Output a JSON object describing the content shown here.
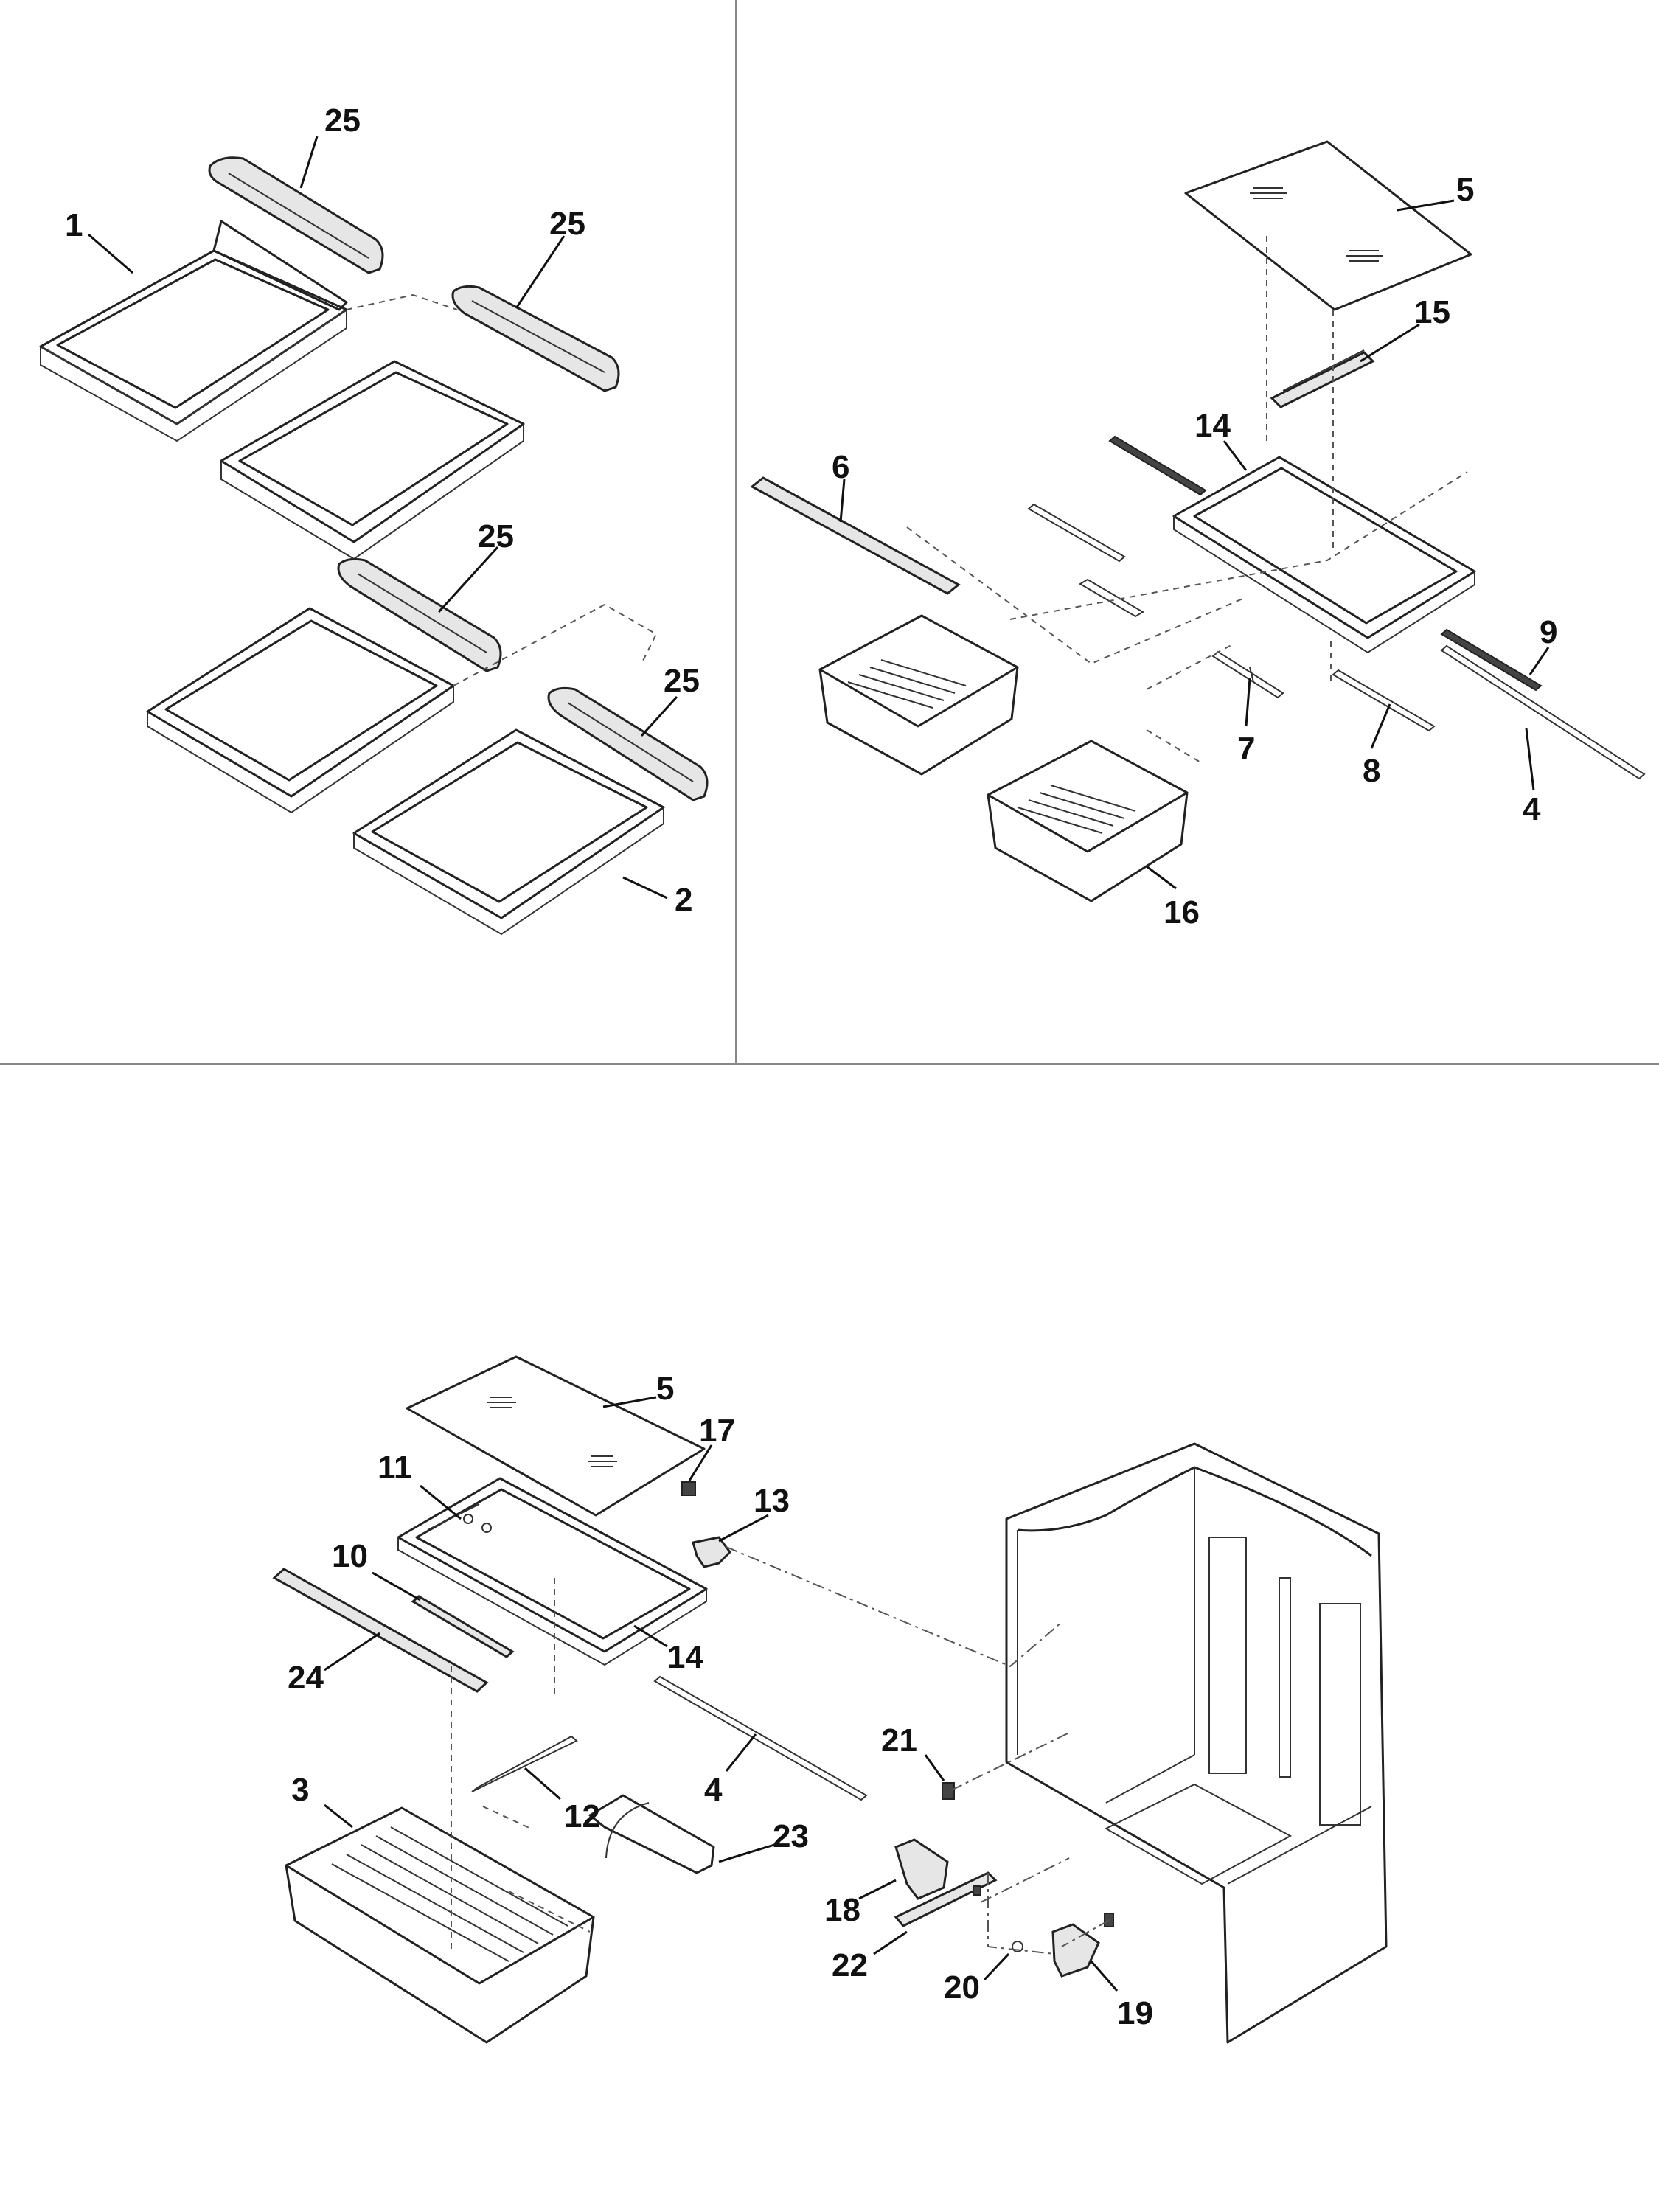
{
  "callouts": {
    "c25a": "25",
    "c25b": "25",
    "c25c": "25",
    "c25d": "25",
    "c1": "1",
    "c2": "2",
    "c5a": "5",
    "c15": "15",
    "c14a": "14",
    "c6": "6",
    "c9": "9",
    "c7": "7",
    "c8": "8",
    "c4a": "4",
    "c16": "16",
    "c5b": "5",
    "c17": "17",
    "c11": "11",
    "c13": "13",
    "c10": "10",
    "c14b": "14",
    "c24": "24",
    "c21": "21",
    "c4b": "4",
    "c3": "3",
    "c12": "12",
    "c23": "23",
    "c18": "18",
    "c22": "22",
    "c20": "20",
    "c19": "19"
  },
  "colors": {
    "ink": "#222222",
    "frame": "#888888",
    "background": "#ffffff"
  }
}
